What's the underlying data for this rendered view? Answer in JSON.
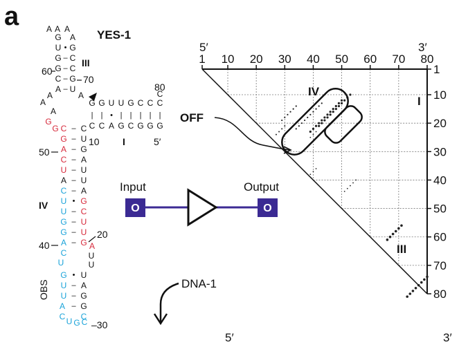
{
  "panel_label": "a",
  "construct_name": "YES-1",
  "colors": {
    "black": "#111111",
    "red": "#d6283a",
    "blue": "#1aa3d9",
    "gate": "#3b2a93",
    "dots": "#222222"
  },
  "rna": {
    "loop_top": [
      "A",
      "A"
    ],
    "helix_III": {
      "left": [
        "G",
        "U",
        "G",
        "G",
        "C",
        "A"
      ],
      "right": [
        "A",
        "G",
        "C",
        "C",
        "G",
        "U"
      ],
      "pairs": [
        "",
        "•",
        "–",
        "–",
        "–",
        "–"
      ]
    },
    "bulge_left": "A",
    "bulge_right": "A",
    "helix_I": {
      "top": [
        "G",
        "G",
        "U",
        "U",
        "G",
        "C",
        "C",
        "C"
      ],
      "bottom": [
        "C",
        "C",
        "A",
        "G",
        "C",
        "G",
        "G",
        "G"
      ],
      "pairs": [
        "|",
        "|",
        "•",
        "|",
        "|",
        "|",
        "|",
        "|"
      ]
    },
    "junction": [
      "A",
      "G"
    ],
    "stem_left": [
      "C",
      "G",
      "A",
      "C",
      "U",
      "A",
      "C",
      "U",
      "U",
      "G",
      "G",
      "A",
      "C"
    ],
    "stem_right": [
      "C",
      "U",
      "G",
      "A",
      "U",
      "U",
      "A",
      "G",
      "C",
      "U",
      "U",
      "G"
    ],
    "stem_pairs": [
      "–",
      "–",
      "–",
      "–",
      "–",
      "–",
      "–",
      "•",
      "–",
      "–",
      "–",
      "–"
    ],
    "loop_bottom_left": [
      "U",
      "G",
      "U",
      "U",
      "A",
      "C"
    ],
    "loop_bottom_right": [
      "U",
      "A",
      "G",
      "G",
      "C"
    ],
    "loop_end": [
      "U",
      "G",
      "C"
    ],
    "side_right": [
      "A",
      "U",
      "U"
    ],
    "side_left": [
      "A",
      "A"
    ]
  },
  "labels": {
    "III": "III",
    "I_rna": "I",
    "IV_rna": "IV",
    "obs": "OBS",
    "n60": "60",
    "n70": "70",
    "n80": "80",
    "n10": "10",
    "n50": "50",
    "n20": "20",
    "n40": "40",
    "n30": "30",
    "five_prime_rna": "5′"
  },
  "gate": {
    "input": "Input",
    "output": "Output",
    "input_symbol": "O",
    "output_symbol": "O"
  },
  "arrow": {
    "label": "DNA-1"
  },
  "plot": {
    "top_5": "5′",
    "top_3": "3′",
    "x_ticks": [
      "1",
      "10",
      "20",
      "30",
      "40",
      "50",
      "60",
      "70",
      "80"
    ],
    "y_ticks": [
      "1",
      "10",
      "20",
      "30",
      "40",
      "50",
      "60",
      "70",
      "80"
    ],
    "bottom_5": "5′",
    "bottom_3": "3′",
    "helix_labels": {
      "IV": "IV",
      "I": "I",
      "III": "III"
    },
    "off_label": "OFF"
  }
}
